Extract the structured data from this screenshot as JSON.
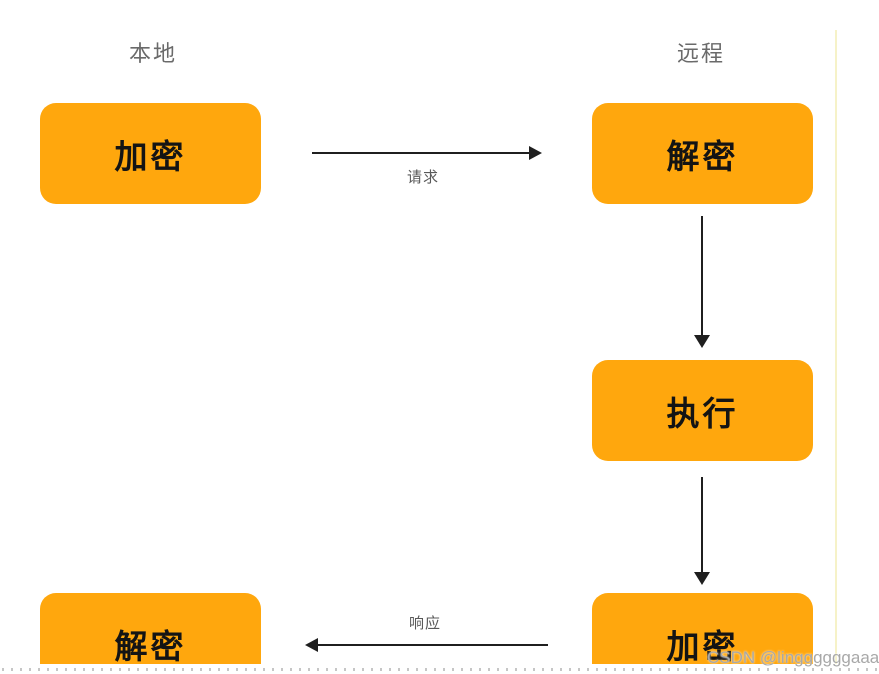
{
  "diagram": {
    "headers": {
      "local": "本地",
      "remote": "远程"
    },
    "nodes": [
      {
        "id": "encrypt-local",
        "column": "local",
        "label": "加密"
      },
      {
        "id": "decrypt-remote",
        "column": "remote",
        "label": "解密"
      },
      {
        "id": "execute-remote",
        "column": "remote",
        "label": "执行"
      },
      {
        "id": "encrypt-remote",
        "column": "remote",
        "label": "加密"
      },
      {
        "id": "decrypt-local",
        "column": "local",
        "label": "解密"
      }
    ],
    "edges": [
      {
        "from": "encrypt-local",
        "to": "decrypt-remote",
        "label": "请求",
        "direction": "right"
      },
      {
        "from": "decrypt-remote",
        "to": "execute-remote",
        "label": "",
        "direction": "down"
      },
      {
        "from": "execute-remote",
        "to": "encrypt-remote",
        "label": "",
        "direction": "down"
      },
      {
        "from": "encrypt-remote",
        "to": "decrypt-local",
        "label": "响应",
        "direction": "left"
      }
    ],
    "colors": {
      "node_fill": "#FFA70D",
      "node_text": "#141414",
      "arrow": "#1F1F1F",
      "header_text": "#6A6A6A",
      "edge_label_text": "#595959",
      "guide_line": "#F6F2C8",
      "dot_color": "#C6C6C6",
      "watermark_text": "#A8A8A8"
    }
  },
  "watermark": {
    "text": "CSDN @linggggggaaaa"
  }
}
